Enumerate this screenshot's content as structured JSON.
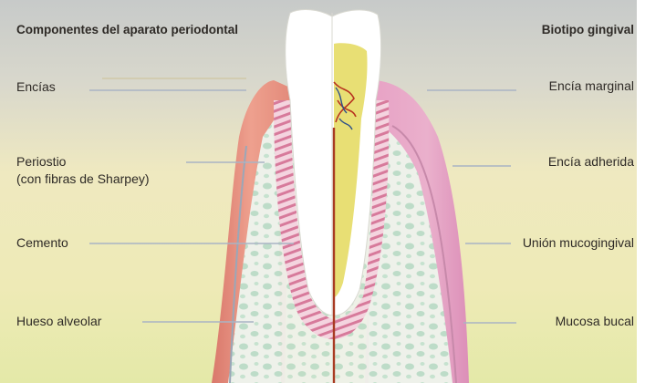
{
  "headings": {
    "left": "Componentes del aparato periodontal",
    "right": "Biotipo gingival"
  },
  "left_labels": {
    "encias": "Encías",
    "periostio_line1": "Periostio",
    "periostio_line2": "(con fibras de Sharpey)",
    "cemento": "Cemento",
    "hueso": "Hueso alveolar"
  },
  "right_labels": {
    "encia_marginal": "Encía marginal",
    "encia_adherida": "Encía adherida",
    "union_mucogingival": "Unión mucogingival",
    "mucosa_bucal": "Mucosa bucal"
  },
  "colors": {
    "bg_top": "#c9ccca",
    "bg_mid": "#f1ecb9",
    "bg_bottom": "#e9ecab",
    "gum_left": "#e58e7e",
    "gum_right": "#e6a6c6",
    "bone": "#eef1ea",
    "bone_pores": "#bcdcc6",
    "tooth": "#ffffff",
    "pulp": "#e8e07a",
    "root_stripe": "#d5789a",
    "leader": "#a9b4c4"
  }
}
